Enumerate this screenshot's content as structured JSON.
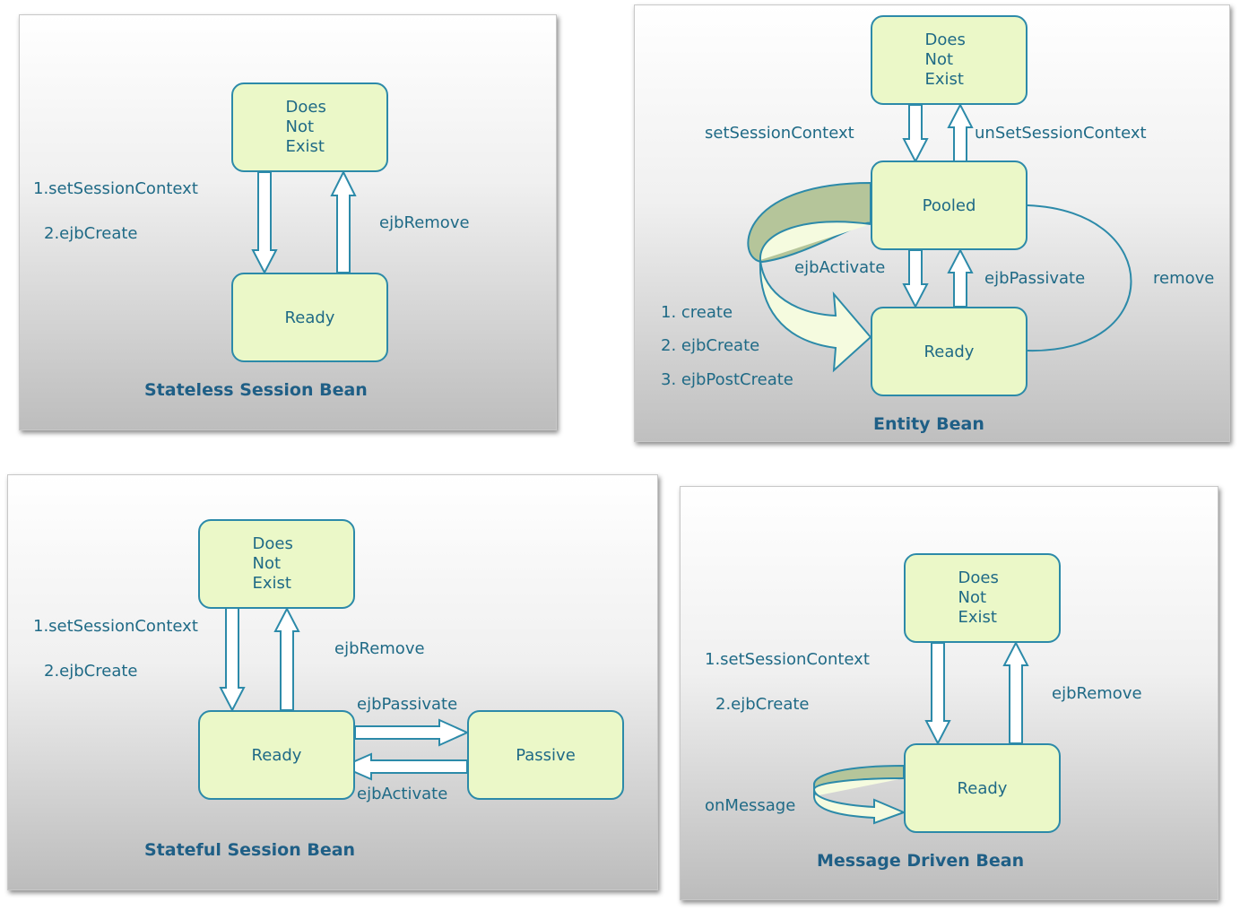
{
  "stateless": {
    "title": "Stateless Session Bean",
    "does_not_exist": [
      "Does",
      "Not",
      "Exist"
    ],
    "ready": "Ready",
    "create_steps": [
      "1.setSessionContext",
      "2.ejbCreate"
    ],
    "remove_label": "ejbRemove"
  },
  "entity": {
    "title": "Entity Bean",
    "does_not_exist": [
      "Does",
      "Not",
      "Exist"
    ],
    "pooled": "Pooled",
    "ready": "Ready",
    "set_context": "setSessionContext",
    "unset_context": "unSetSessionContext",
    "activate_label": "ejbActivate",
    "passivate_label": "ejbPassivate",
    "remove_label": "remove",
    "create_steps": [
      "1. create",
      "2. ejbCreate",
      "3. ejbPostCreate"
    ]
  },
  "stateful": {
    "title": "Stateful Session Bean",
    "does_not_exist": [
      "Does",
      "Not",
      "Exist"
    ],
    "ready": "Ready",
    "passive": "Passive",
    "create_steps": [
      "1.setSessionContext",
      "2.ejbCreate"
    ],
    "remove_label": "ejbRemove",
    "passivate_label": "ejbPassivate",
    "activate_label": "ejbActivate"
  },
  "mdb": {
    "title": "Message Driven Bean",
    "does_not_exist": [
      "Does",
      "Not",
      "Exist"
    ],
    "ready": "Ready",
    "create_steps": [
      "1.setSessionContext",
      "2.ejbCreate"
    ],
    "remove_label": "ejbRemove",
    "message_label": "onMessage"
  },
  "colors": {
    "state_fill": "#ebf8c8",
    "state_border": "#2c8aa9",
    "text": "#1f6a86",
    "loop_band": "#b5c59a"
  }
}
